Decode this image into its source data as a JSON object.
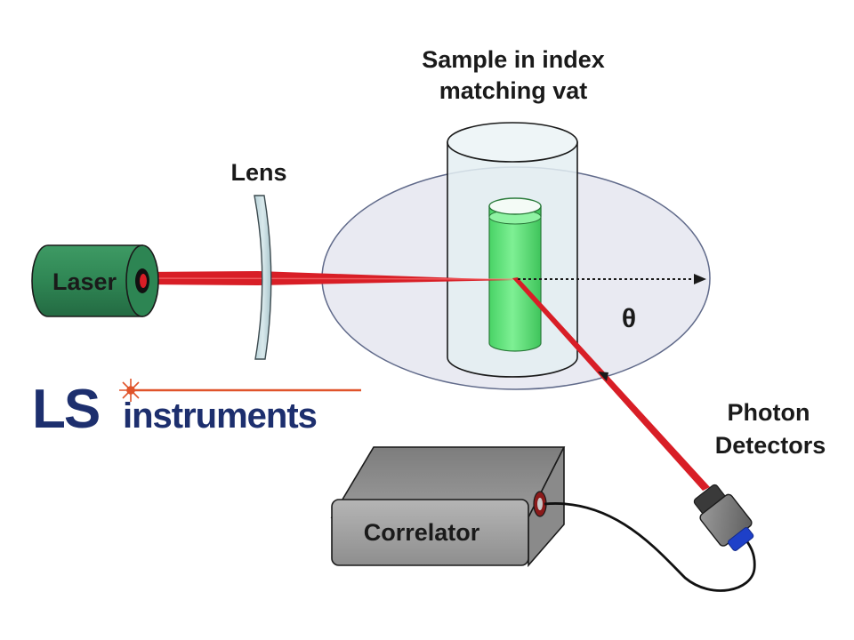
{
  "labels": {
    "sample_line1": "Sample in index",
    "sample_line2": "matching vat",
    "lens": "Lens",
    "laser": "Laser",
    "theta": "θ",
    "photon_line1": "Photon",
    "photon_line2": "Detectors",
    "correlator": "Correlator"
  },
  "logo": {
    "ls": "LS",
    "instruments": "instruments"
  },
  "colors": {
    "laser_body": "#2e8a55",
    "laser_beam": "#d81e26",
    "sample_liquid": "#5de07a",
    "logo_navy": "#1d2f6e",
    "logo_orange": "#e0542b",
    "correlator_body": "#a6a6a6"
  },
  "icons": [
    "laser-icon",
    "lens-icon",
    "vat-icon",
    "photon-detector-icon",
    "correlator-icon",
    "sparkle-icon"
  ]
}
